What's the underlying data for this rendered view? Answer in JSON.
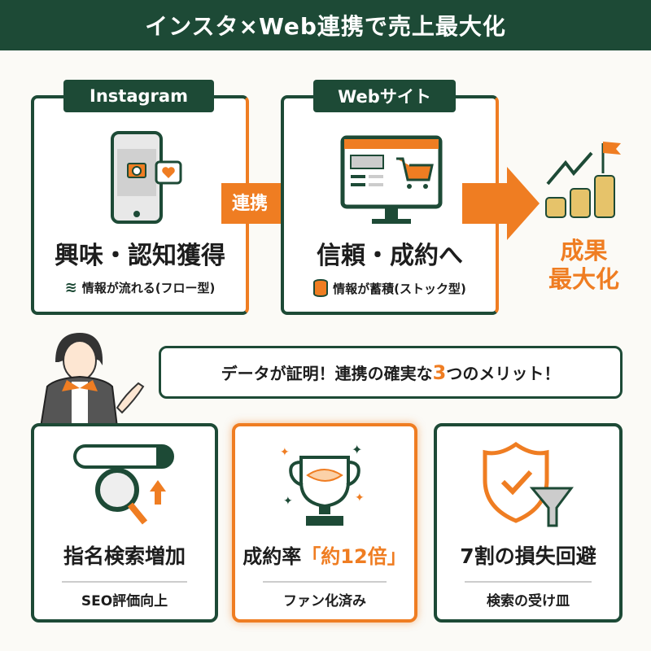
{
  "title": "インスタ×Web連携で売上最大化",
  "flow": {
    "instagram": {
      "label": "Instagram",
      "heading": "興味・認知獲得",
      "sub": "情報が流れる(フロー型)"
    },
    "arrow_label": "連携",
    "website": {
      "label": "Webサイト",
      "heading": "信頼・成約へ",
      "sub": "情報が蓄積(ストック型)"
    },
    "result": {
      "line1": "成果",
      "line2": "最大化"
    }
  },
  "speech": {
    "before": "データが証明！連携の確実な",
    "number": "3",
    "after": "つのメリット！"
  },
  "cards": [
    {
      "title": "指名検索増加",
      "sub": "SEO評価向上"
    },
    {
      "title_before": "成約率",
      "title_highlight": "「約12倍」",
      "sub": "ファン化済み"
    },
    {
      "title": "7割の損失回避",
      "sub": "検索の受け皿"
    }
  ],
  "colors": {
    "green": "#1d4a36",
    "orange": "#ef7d22"
  }
}
